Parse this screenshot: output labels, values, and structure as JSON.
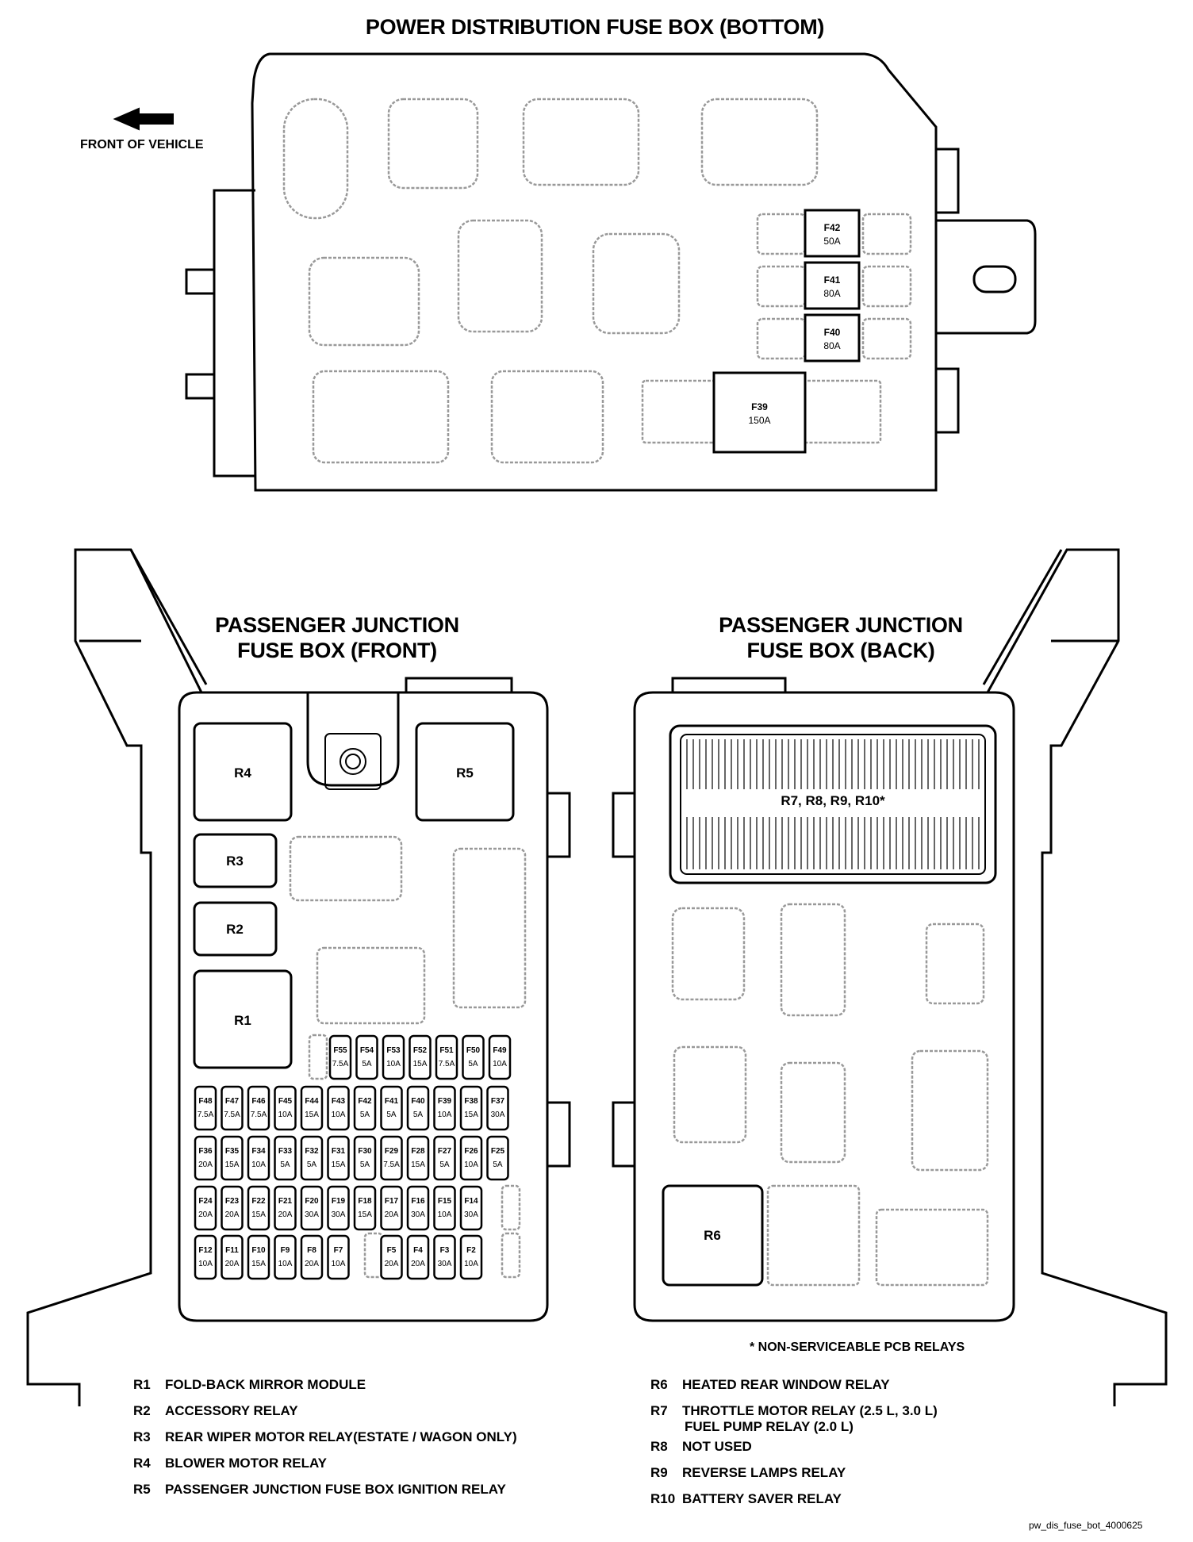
{
  "titles": {
    "top": "POWER DISTRIBUTION FUSE BOX (BOTTOM)",
    "front_line1": "PASSENGER JUNCTION",
    "front_line2": "FUSE BOX (FRONT)",
    "back_line1": "PASSENGER JUNCTION",
    "back_line2": "FUSE BOX (BACK)"
  },
  "front_of_vehicle": "FRONT OF VEHICLE",
  "power_fuses": [
    {
      "id": "F42",
      "rating": "50A"
    },
    {
      "id": "F41",
      "rating": "80A"
    },
    {
      "id": "F40",
      "rating": "80A"
    },
    {
      "id": "F39",
      "rating": "150A"
    }
  ],
  "front_relays": [
    "R4",
    "R5",
    "R3",
    "R2",
    "R1"
  ],
  "front_fuse_rows": [
    [
      {
        "id": "F55",
        "rating": "7.5A"
      },
      {
        "id": "F54",
        "rating": "5A"
      },
      {
        "id": "F53",
        "rating": "10A"
      },
      {
        "id": "F52",
        "rating": "15A"
      },
      {
        "id": "F51",
        "rating": "7.5A"
      },
      {
        "id": "F50",
        "rating": "5A"
      },
      {
        "id": "F49",
        "rating": "10A"
      }
    ],
    [
      {
        "id": "F48",
        "rating": "7.5A"
      },
      {
        "id": "F47",
        "rating": "7.5A"
      },
      {
        "id": "F46",
        "rating": "7.5A"
      },
      {
        "id": "F45",
        "rating": "10A"
      },
      {
        "id": "F44",
        "rating": "15A"
      },
      {
        "id": "F43",
        "rating": "10A"
      },
      {
        "id": "F42",
        "rating": "5A"
      },
      {
        "id": "F41",
        "rating": "5A"
      },
      {
        "id": "F40",
        "rating": "5A"
      },
      {
        "id": "F39",
        "rating": "10A"
      },
      {
        "id": "F38",
        "rating": "15A"
      },
      {
        "id": "F37",
        "rating": "30A"
      }
    ],
    [
      {
        "id": "F36",
        "rating": "20A"
      },
      {
        "id": "F35",
        "rating": "15A"
      },
      {
        "id": "F34",
        "rating": "10A"
      },
      {
        "id": "F33",
        "rating": "5A"
      },
      {
        "id": "F32",
        "rating": "5A"
      },
      {
        "id": "F31",
        "rating": "15A"
      },
      {
        "id": "F30",
        "rating": "5A"
      },
      {
        "id": "F29",
        "rating": "7.5A"
      },
      {
        "id": "F28",
        "rating": "15A"
      },
      {
        "id": "F27",
        "rating": "5A"
      },
      {
        "id": "F26",
        "rating": "10A"
      },
      {
        "id": "F25",
        "rating": "5A"
      }
    ],
    [
      {
        "id": "F24",
        "rating": "20A"
      },
      {
        "id": "F23",
        "rating": "20A"
      },
      {
        "id": "F22",
        "rating": "15A"
      },
      {
        "id": "F21",
        "rating": "20A"
      },
      {
        "id": "F20",
        "rating": "30A"
      },
      {
        "id": "F19",
        "rating": "30A"
      },
      {
        "id": "F18",
        "rating": "15A"
      },
      {
        "id": "F17",
        "rating": "20A"
      },
      {
        "id": "F16",
        "rating": "30A"
      },
      {
        "id": "F15",
        "rating": "10A"
      },
      {
        "id": "F14",
        "rating": "30A"
      }
    ],
    [
      {
        "id": "F12",
        "rating": "10A"
      },
      {
        "id": "F11",
        "rating": "20A"
      },
      {
        "id": "F10",
        "rating": "15A"
      },
      {
        "id": "F9",
        "rating": "10A"
      },
      {
        "id": "F8",
        "rating": "20A"
      },
      {
        "id": "F7",
        "rating": "10A"
      },
      {
        "id": "F5",
        "rating": "20A"
      },
      {
        "id": "F4",
        "rating": "20A"
      },
      {
        "id": "F3",
        "rating": "30A"
      },
      {
        "id": "F2",
        "rating": "10A"
      }
    ]
  ],
  "back_labels": {
    "pcb": "R7, R8, R9, R10*",
    "r6": "R6"
  },
  "note": "* NON-SERVICEABLE PCB RELAYS",
  "legend_left": [
    {
      "code": "R1",
      "desc": "FOLD-BACK MIRROR MODULE"
    },
    {
      "code": "R2",
      "desc": "ACCESSORY RELAY"
    },
    {
      "code": "R3",
      "desc": "REAR WIPER MOTOR RELAY(ESTATE / WAGON ONLY)"
    },
    {
      "code": "R4",
      "desc": "BLOWER MOTOR RELAY"
    },
    {
      "code": "R5",
      "desc": "PASSENGER JUNCTION FUSE BOX IGNITION RELAY"
    }
  ],
  "legend_right": [
    {
      "code": "R6",
      "desc": "HEATED REAR WINDOW RELAY"
    },
    {
      "code": "R7",
      "desc": "THROTTLE MOTOR RELAY (2.5 L, 3.0 L)",
      "desc2": "FUEL PUMP RELAY (2.0 L)"
    },
    {
      "code": "R8",
      "desc": "NOT USED"
    },
    {
      "code": "R9",
      "desc": "REVERSE LAMPS RELAY"
    },
    {
      "code": "R10",
      "desc": "BATTERY SAVER RELAY"
    }
  ],
  "footer": "pw_dis_fuse_bot_4000625"
}
